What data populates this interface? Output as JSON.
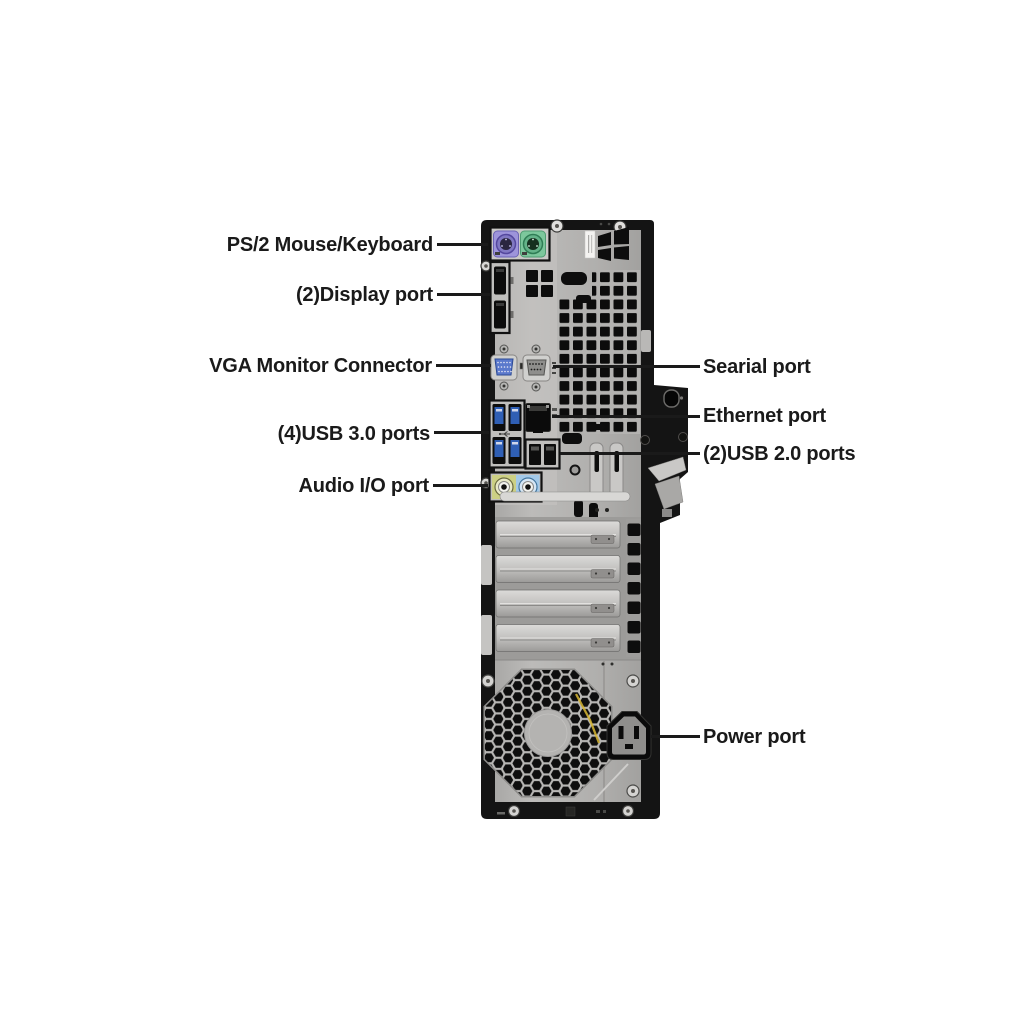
{
  "callout_labels": {
    "ps2": "PS/2 Mouse/Keyboard",
    "displayport": "(2)Display port",
    "vga": "VGA Monitor Connector",
    "usb3": "(4)USB 3.0 ports",
    "audio": "Audio I/O port",
    "serial": "Searial port",
    "ethernet": "Ethernet port",
    "usb2": "(2)USB 2.0 ports",
    "power": "Power port"
  },
  "ports": [
    {
      "name": "ps2-mouse-port",
      "color": "#9d94da"
    },
    {
      "name": "ps2-keyboard-port",
      "color": "#7cc79c"
    },
    {
      "name": "displayport",
      "count": 2,
      "color": "#0d0d0d"
    },
    {
      "name": "vga-connector",
      "color": "#5b79cc"
    },
    {
      "name": "serial-connector",
      "color": "#8e8e8c"
    },
    {
      "name": "usb3-ports",
      "count": 4,
      "color": "#2f5fb5"
    },
    {
      "name": "ethernet-port",
      "color": "#0d0d0d"
    },
    {
      "name": "usb2-ports",
      "count": 2,
      "color": "#0d0d0d"
    },
    {
      "name": "audio-line-out-jack",
      "color": "#ccd084"
    },
    {
      "name": "audio-line-in-jack",
      "color": "#a3c9e8"
    },
    {
      "name": "power-inlet",
      "color": "#0a0a0a"
    }
  ],
  "colors": {
    "background": "#ffffff",
    "chassis": "#161616",
    "panel_silver": "#b3b2b0",
    "callout_line": "#1a1a1a",
    "label_text": "#1a1a1a"
  }
}
